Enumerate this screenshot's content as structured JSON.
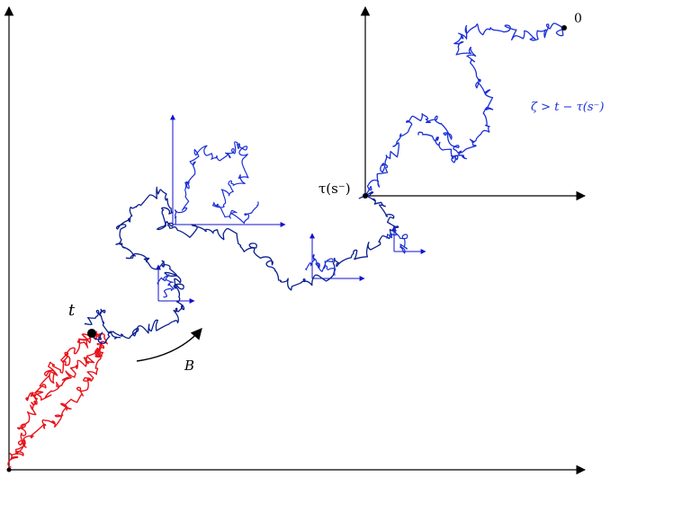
{
  "labels": {
    "zero": "0",
    "zeta_cond": "ζ > t − τ(s⁻)",
    "tau": "τ(s⁻)",
    "t": "t",
    "B": "B"
  },
  "colors": {
    "axis": "#000000",
    "red_path": "#e8121a",
    "dark_path": "#0a1f8f",
    "light_path": "#1a2fd6",
    "frame_arrow": "#1010d0",
    "text_blue": "#1a2fd6",
    "dot": "#000000"
  }
}
